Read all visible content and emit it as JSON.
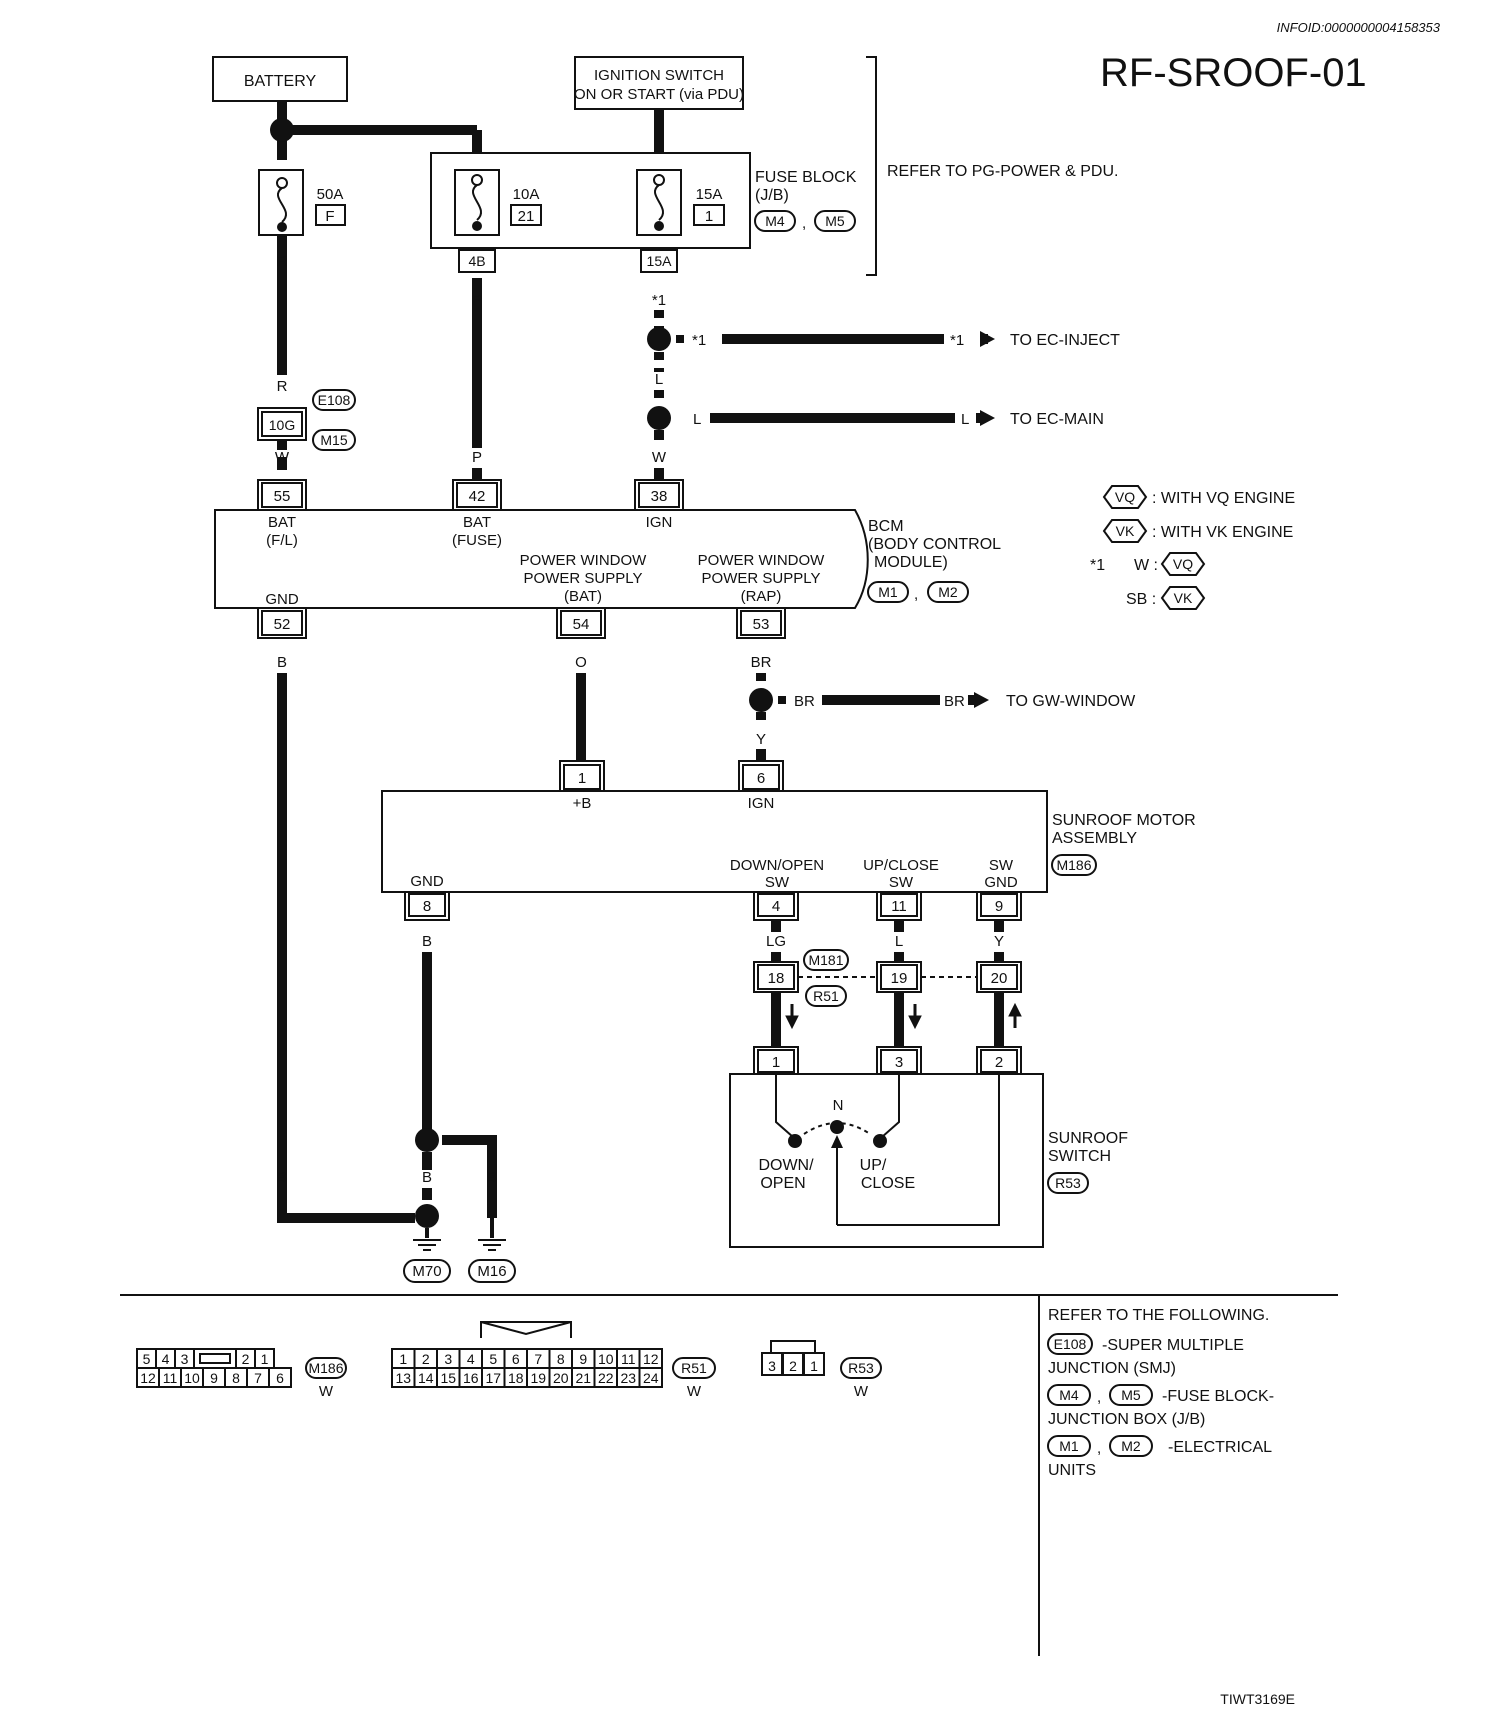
{
  "header": {
    "infoid": "INFOID:0000000004158353",
    "title": "RF-SROOF-01",
    "figure_code": "TIWT3169E"
  },
  "sources": {
    "battery": "BATTERY",
    "ignition_line1": "IGNITION SWITCH",
    "ignition_line2": "ON OR START (via PDU)"
  },
  "fuse_block": {
    "label_line1": "FUSE BLOCK",
    "label_line2": "(J/B)",
    "conn_a": "M4",
    "conn_b": "M5",
    "separator": ",",
    "refer": "REFER TO PG-POWER & PDU.",
    "fuse_main_amp": "50A",
    "fuse_main_id": "F",
    "fuse_10_amp": "10A",
    "fuse_10_id": "21",
    "fuse_15_amp": "15A",
    "fuse_15_id": "1",
    "term_4b": "4B",
    "term_15a": "15A"
  },
  "wires": {
    "r": "R",
    "p": "P",
    "w": "W",
    "l": "L",
    "b": "B",
    "o": "O",
    "br": "BR",
    "y": "Y",
    "lg": "LG",
    "star1": "*1"
  },
  "branches": {
    "ec_inject": "TO EC-INJECT",
    "ec_main": "TO EC-MAIN",
    "gw_window": "TO GW-WINDOW"
  },
  "junction": {
    "e108": "E108",
    "m15": "M15",
    "pin_10g": "10G"
  },
  "bcm": {
    "pin_55": "55",
    "pin_42": "42",
    "pin_38": "38",
    "pin_52": "52",
    "pin_54": "54",
    "pin_53": "53",
    "bat_fl_line1": "BAT",
    "bat_fl_line2": "(F/L)",
    "bat_fuse_line1": "BAT",
    "bat_fuse_line2": "(FUSE)",
    "ign": "IGN",
    "gnd": "GND",
    "pw_bat_line1": "POWER WINDOW",
    "pw_bat_line2": "POWER SUPPLY",
    "pw_bat_line3": "(BAT)",
    "pw_rap_line1": "POWER WINDOW",
    "pw_rap_line2": "POWER SUPPLY",
    "pw_rap_line3": "(RAP)",
    "name_line1": "BCM",
    "name_line2": "(BODY CONTROL",
    "name_line3": "MODULE)",
    "conn_a": "M1",
    "conn_b": "M2"
  },
  "legend": {
    "vq": "VQ",
    "vk": "VK",
    "vq_text": ": WITH VQ ENGINE",
    "vk_text": ": WITH VK ENGINE",
    "star": "*1",
    "w_label": "W :",
    "sb_label": "SB :"
  },
  "motor": {
    "pin_1": "1",
    "pin_6": "6",
    "pin_8": "8",
    "pin_4": "4",
    "pin_11": "11",
    "pin_9": "9",
    "plus_b": "+B",
    "ign": "IGN",
    "gnd": "GND",
    "down_open_line1": "DOWN/OPEN",
    "down_open_line2": "SW",
    "up_close_line1": "UP/CLOSE",
    "up_close_line2": "SW",
    "sw_gnd_line1": "SW",
    "sw_gnd_line2": "GND",
    "name_line1": "SUNROOF MOTOR",
    "name_line2": "ASSEMBLY",
    "conn": "M186"
  },
  "mid_connector": {
    "m181": "M181",
    "r51": "R51",
    "pin_18": "18",
    "pin_19": "19",
    "pin_20": "20"
  },
  "switch": {
    "pin_1": "1",
    "pin_3": "3",
    "pin_2": "2",
    "n": "N",
    "down_open_line1": "DOWN/",
    "down_open_line2": "OPEN",
    "up_close_line1": "UP/",
    "up_close_line2": "CLOSE",
    "name_line1": "SUNROOF",
    "name_line2": "SWITCH",
    "conn": "R53"
  },
  "grounds": {
    "m70": "M70",
    "m16": "M16"
  },
  "connector_views": {
    "m186_top": [
      "5",
      "4",
      "3",
      "",
      "2",
      "1"
    ],
    "m186_bottom": [
      "12",
      "11",
      "10",
      "9",
      "8",
      "7",
      "6"
    ],
    "m186_id": "M186",
    "m186_color": "W",
    "r51_top": [
      "1",
      "2",
      "3",
      "4",
      "5",
      "6",
      "7",
      "8",
      "9",
      "10",
      "11",
      "12"
    ],
    "r51_bottom": [
      "13",
      "14",
      "15",
      "16",
      "17",
      "18",
      "19",
      "20",
      "21",
      "22",
      "23",
      "24"
    ],
    "r51_id": "R51",
    "r51_color": "W",
    "r53_pins": [
      "3",
      "2",
      "1"
    ],
    "r53_id": "R53",
    "r53_color": "W"
  },
  "reference": {
    "heading": "REFER TO THE FOLLOWING.",
    "e108": "E108",
    "e108_line1": "-SUPER MULTIPLE",
    "e108_line2": "JUNCTION (SMJ)",
    "m4": "M4",
    "m5": "M5",
    "m4m5_line1": "-FUSE BLOCK-",
    "m4m5_line2": "JUNCTION BOX (J/B)",
    "m1": "M1",
    "m2": "M2",
    "m1m2_line1": "-ELECTRICAL",
    "m1m2_line2": "UNITS",
    "separator": ","
  }
}
